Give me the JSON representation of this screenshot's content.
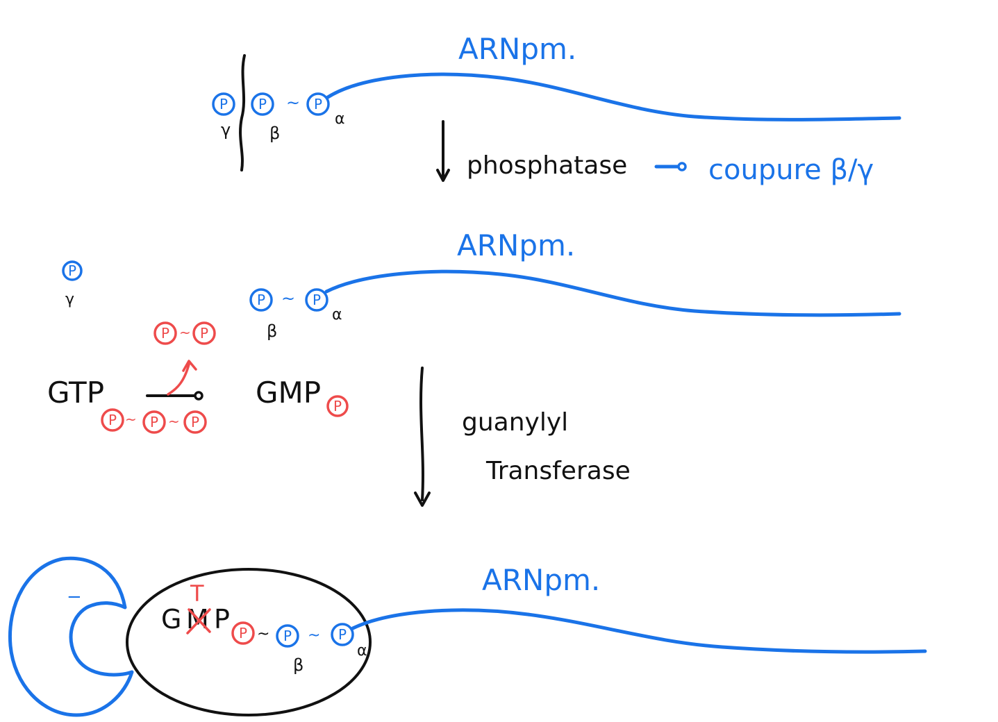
{
  "colors": {
    "blue": "#1a73e8",
    "red": "#ee4b4b",
    "black": "#111111"
  },
  "labels": {
    "arn1": "ARNpm.",
    "arn2": "ARNpm.",
    "arn3": "ARNpm.",
    "phosphatase": "phosphatase",
    "coupure": "coupure β/γ",
    "guanylyl": "guanylyl",
    "transferase": "Transferase",
    "gtp": "GTP",
    "gmp": "GMP",
    "gtp_bottom_T": "T",
    "gmp_bottom_G": "G",
    "gmp_bottom_M": "M",
    "gmp_bottom_P": "P",
    "p": "P",
    "tilde": "~",
    "alpha": "α",
    "beta": "β",
    "gamma": "γ",
    "dash": "−"
  }
}
